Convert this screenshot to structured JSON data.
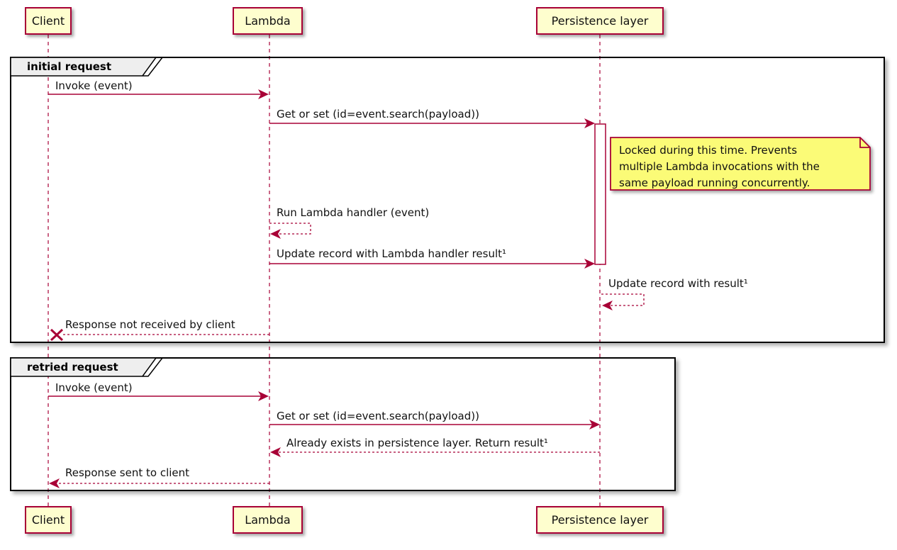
{
  "participants": [
    {
      "label": "Client"
    },
    {
      "label": "Lambda"
    },
    {
      "label": "Persistence layer"
    }
  ],
  "frames": [
    {
      "title": "initial request",
      "messages": {
        "invoke": "Invoke (event)",
        "get_or_set": "Get or set (id=event.search(payload))",
        "run_handler": "Run Lambda handler (event)",
        "update_record": "Update record with Lambda handler result¹",
        "update_record_result": "Update record with result¹",
        "response_lost": "Response not received by client"
      }
    },
    {
      "title": "retried request",
      "messages": {
        "invoke": "Invoke (event)",
        "get_or_set": "Get or set (id=event.search(payload))",
        "already_exists": "Already exists in persistence layer. Return result¹",
        "response_sent": "Response sent to client"
      }
    }
  ],
  "note": {
    "line1": "Locked during this time. Prevents",
    "line2": "multiple Lambda invocations with the",
    "line3": "same payload running concurrently."
  },
  "colors": {
    "participant_fill": "#FEFECE",
    "accent": "#A80036",
    "note_fill": "#FBFB77",
    "frame_border": "#000000",
    "frame_label_fill": "#EEEEEE"
  }
}
